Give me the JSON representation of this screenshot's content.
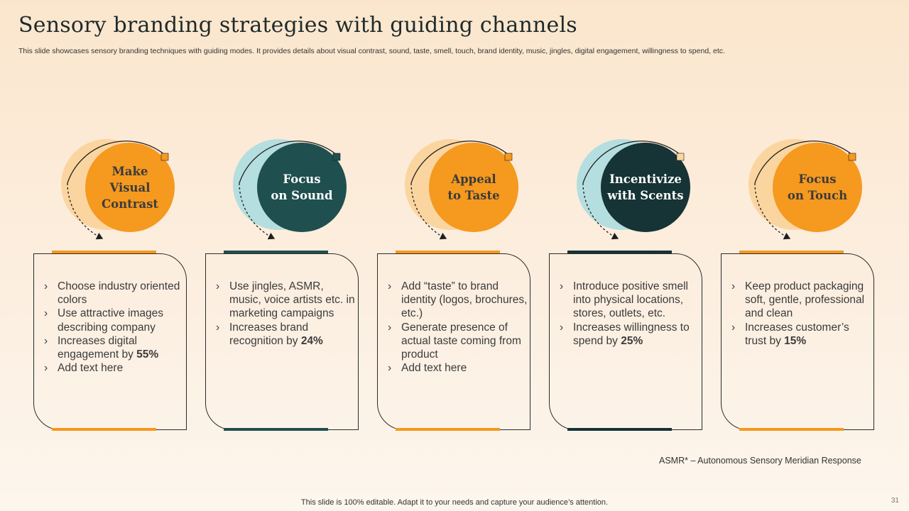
{
  "slide": {
    "title": "Sensory branding strategies with guiding channels",
    "subtitle": "This slide showcases sensory branding techniques with guiding modes. It provides details about visual contrast, sound, taste, smell, touch, brand identity, music, jingles, digital engagement, willingness to spend, etc.",
    "footnote": "ASMR* – Autonomous Sensory Meridian Response",
    "footer": "This slide is 100% editable. Adapt it to your needs and capture your audience’s attention.",
    "page_number": "31"
  },
  "colors": {
    "orange": "#f5991f",
    "light_orange": "#fbd5a0",
    "dark_teal": "#1f4f4f",
    "darker_teal": "#163335",
    "light_teal": "#b4dedf",
    "text_dark": "#3b3b3b"
  },
  "columns": [
    {
      "heading": "Make\nVisual\nContrast",
      "style": "orange",
      "bullets": [
        {
          "text": "Choose industry oriented colors"
        },
        {
          "text": "Use attractive images describing company"
        },
        {
          "text": "Increases digital engagement by ",
          "bold": "55%"
        },
        {
          "text": "Add text here"
        }
      ]
    },
    {
      "heading": "Focus\non Sound",
      "style": "teal",
      "bullets": [
        {
          "text": "Use jingles, ASMR, music, voice artists etc. in marketing campaigns"
        },
        {
          "text": "Increases brand recognition by ",
          "bold": "24%"
        }
      ]
    },
    {
      "heading": "Appeal\nto Taste",
      "style": "orange",
      "bullets": [
        {
          "text": "Add “taste” to brand identity (logos, brochures, etc.)"
        },
        {
          "text": "Generate presence of actual taste coming from product"
        },
        {
          "text": "Add text here"
        }
      ]
    },
    {
      "heading": "Incentivize\nwith Scents",
      "style": "teal_dark",
      "bullets": [
        {
          "text": "Introduce positive smell into physical locations, stores, outlets, etc."
        },
        {
          "text": "Increases willingness to spend by ",
          "bold": "25%"
        }
      ]
    },
    {
      "heading": "Focus\non Touch",
      "style": "orange",
      "bullets": [
        {
          "text": "Keep product packaging soft, gentle, professional and clean"
        },
        {
          "text": "Increases customer’s trust by ",
          "bold": "15%"
        }
      ]
    }
  ]
}
